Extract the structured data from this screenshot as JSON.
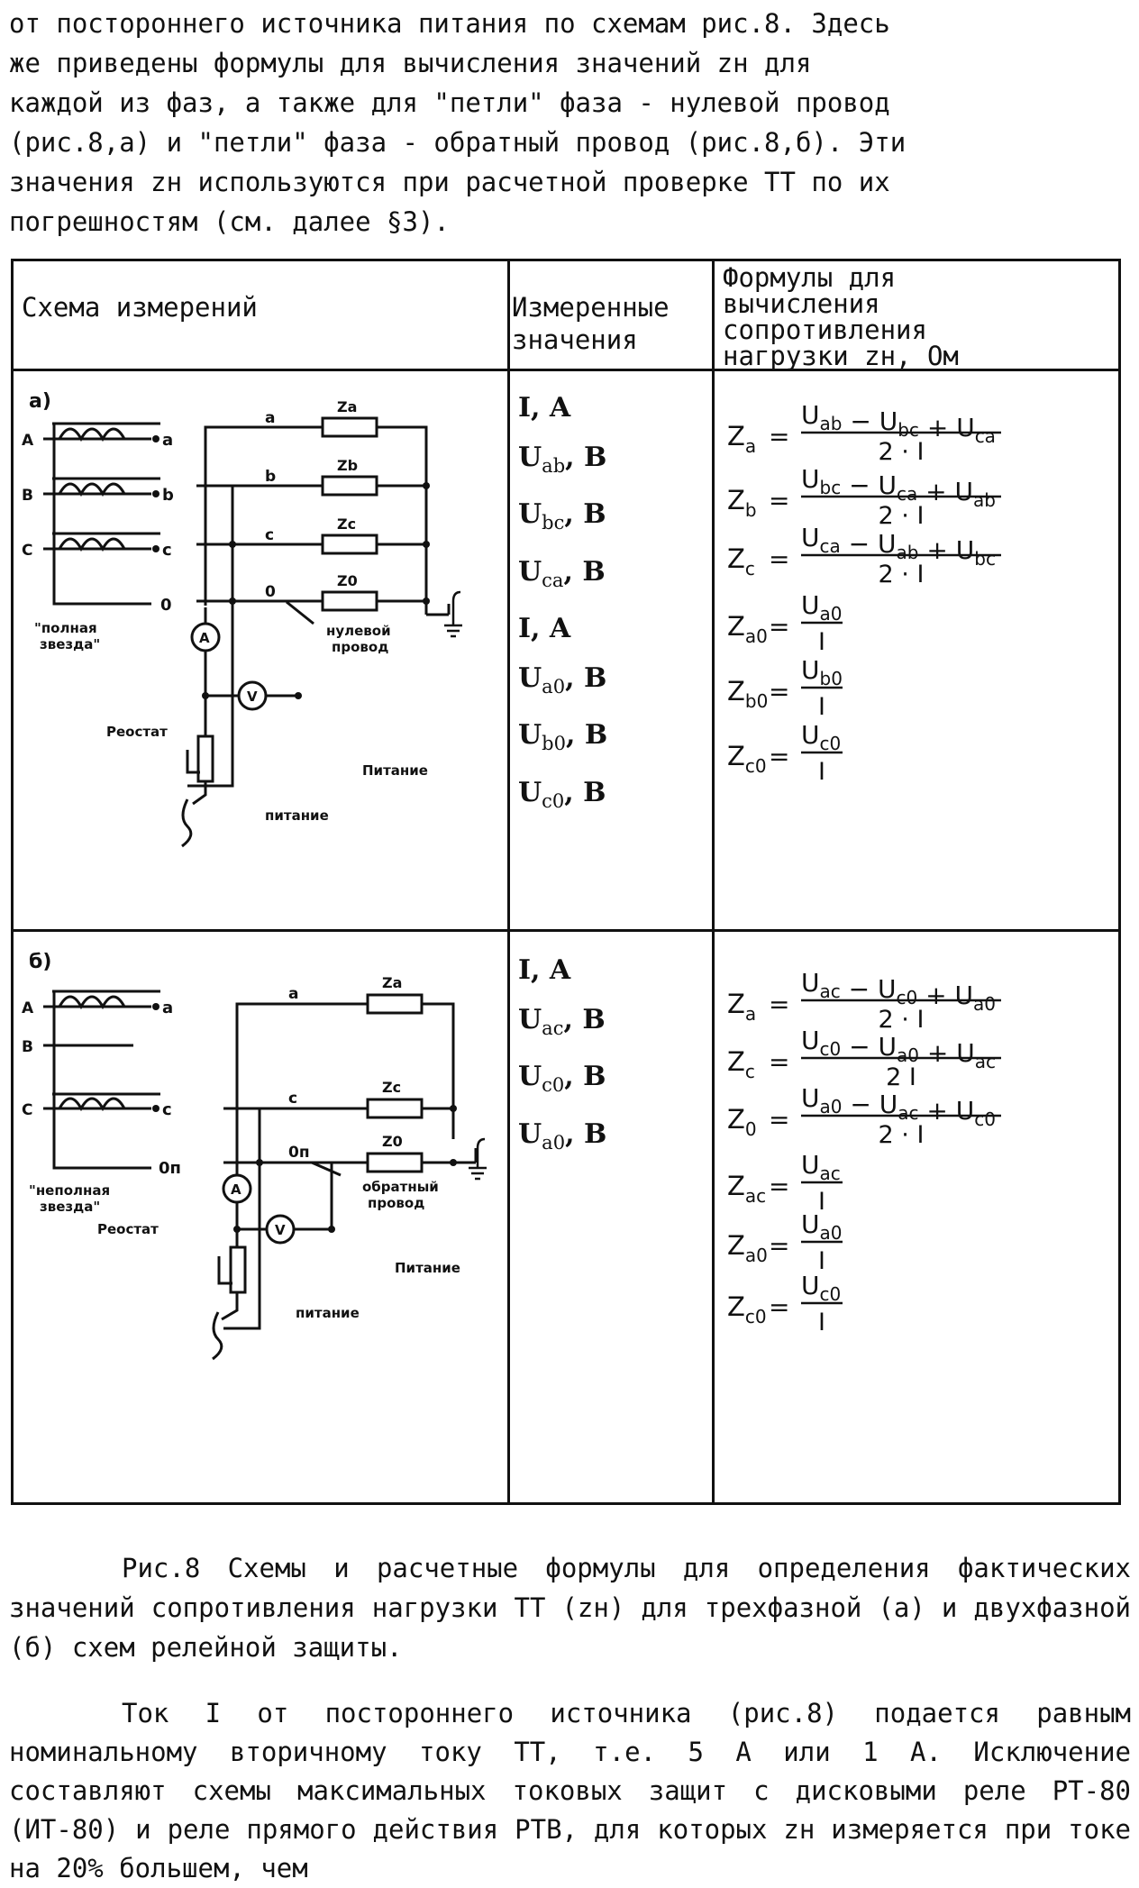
{
  "intro": [
    "от постороннего источника питания по схемам рис.8. Здесь",
    "же приведены формулы для вычисления значений zн для",
    "каждой из фаз, а также для \"петли\" фаза - нулевой провод",
    "(рис.8,а) и \"петли\" фаза - обратный провод (рис.8,б). Эти",
    "значения zн используются при расчетной проверке ТТ по их",
    "погрешностям (см. далее §3)."
  ],
  "table": {
    "headers": {
      "col1": "Схема измерений",
      "col2": [
        "Измеренные",
        "значения"
      ],
      "col3": [
        "Формулы для",
        "вычисления",
        "сопротивления",
        "нагрузки zн, Ом"
      ]
    },
    "row_a": {
      "diagram": {
        "label": "а)",
        "windings": [
          "A",
          "B",
          "C"
        ],
        "outputs": [
          "a",
          "b",
          "c",
          "0"
        ],
        "star": [
          "\"полная",
          "звезда\""
        ],
        "lines": [
          "a",
          "b",
          "c",
          "0"
        ],
        "loads": [
          "Za",
          "Zb",
          "Zc",
          "Z0"
        ],
        "neutral": [
          "нулевой",
          "провод"
        ],
        "ammeter": "A",
        "voltmeter": "V",
        "rheostat": "Реостат",
        "supply1": "Питание",
        "supply2": "питание"
      },
      "measured": [
        {
          "main": "I, A",
          "sub": ""
        },
        {
          "main": "U",
          "sub": "ab",
          "unit": ", B"
        },
        {
          "main": "U",
          "sub": "bc",
          "unit": ", B"
        },
        {
          "main": "U",
          "sub": "ca",
          "unit": ", B"
        },
        {
          "main": "I, A",
          "sub": ""
        },
        {
          "main": "U",
          "sub": "a0",
          "unit": ", B"
        },
        {
          "main": "U",
          "sub": "b0",
          "unit": ", B"
        },
        {
          "main": "U",
          "sub": "c0",
          "unit": ", B"
        }
      ],
      "formulas": [
        {
          "lhs": "a",
          "num": [
            [
              "ab",
              ""
            ],
            [
              "bc",
              " − "
            ],
            [
              "ca",
              " + "
            ]
          ],
          "den": "2 · I"
        },
        {
          "lhs": "b",
          "num": [
            [
              "bc",
              ""
            ],
            [
              "ca",
              " − "
            ],
            [
              "ab",
              " + "
            ]
          ],
          "den": "2 · I"
        },
        {
          "lhs": "c",
          "num": [
            [
              "ca",
              ""
            ],
            [
              "ab",
              " − "
            ],
            [
              "bc",
              " + "
            ]
          ],
          "den": "2 · I"
        },
        {
          "lhs": "a0",
          "num": [
            [
              "a0",
              ""
            ]
          ],
          "den": "I"
        },
        {
          "lhs": "b0",
          "num": [
            [
              "b0",
              ""
            ]
          ],
          "den": "I"
        },
        {
          "lhs": "c0",
          "num": [
            [
              "c0",
              ""
            ]
          ],
          "den": "I"
        }
      ]
    },
    "row_b": {
      "diagram": {
        "label": "б)",
        "windings": [
          "A",
          "B",
          "C"
        ],
        "outputs": [
          "a",
          "c",
          "0п"
        ],
        "star": [
          "\"неполная",
          "звезда\""
        ],
        "lines": [
          "a",
          "c",
          "0п"
        ],
        "loads": [
          "Za",
          "Zc",
          "Z0"
        ],
        "return": [
          "обратный",
          "провод"
        ],
        "ammeter": "A",
        "voltmeter": "V",
        "rheostat": "Реостат",
        "supply1": "Питание",
        "supply2": "питание"
      },
      "measured": [
        {
          "main": "I, A",
          "sub": ""
        },
        {
          "main": "U",
          "sub": "ac",
          "unit": ", B"
        },
        {
          "main": "U",
          "sub": "c0",
          "unit": ", B"
        },
        {
          "main": "U",
          "sub": "a0",
          "unit": ", B"
        }
      ],
      "formulas": [
        {
          "lhs": "a",
          "num": [
            [
              "ac",
              ""
            ],
            [
              "c0",
              " − "
            ],
            [
              "a0",
              " + "
            ]
          ],
          "den": "2 · I"
        },
        {
          "lhs": "c",
          "num": [
            [
              "c0",
              ""
            ],
            [
              "a0",
              " − "
            ],
            [
              "ac",
              " + "
            ]
          ],
          "den": "2  I"
        },
        {
          "lhs": "0",
          "num": [
            [
              "a0",
              ""
            ],
            [
              "ac",
              " − "
            ],
            [
              "c0",
              " + "
            ]
          ],
          "den": "2 · I"
        },
        {
          "lhs": "ac",
          "num": [
            [
              "ac",
              ""
            ]
          ],
          "den": "I"
        },
        {
          "lhs": "a0",
          "num": [
            [
              "a0",
              ""
            ]
          ],
          "den": "I"
        },
        {
          "lhs": "c0",
          "num": [
            [
              "c0",
              ""
            ]
          ],
          "den": "I"
        }
      ]
    }
  },
  "caption": "Рис.8 Схемы и расчетные формулы для определения фактических значений сопротивления нагрузки ТТ (zн) для трехфазной (а) и двухфазной (б) схем релейной защиты.",
  "body2": "Ток I от постороннего источника (рис.8) подается равным номинальному вторичному току ТТ, т.е. 5 А или 1 А. Исключение составляют схемы максимальных токовых защит с дисковыми реле РТ-80 (ИТ-80) и реле прямого действия РТВ, для которых zн измеряется при токе на 20% большем, чем"
}
